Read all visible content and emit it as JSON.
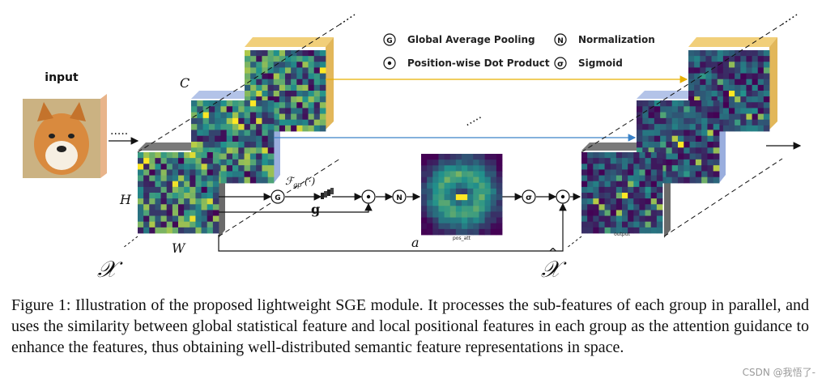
{
  "figure": {
    "input_label": "input",
    "legend": [
      {
        "symbol": "G",
        "text": "Global Average Pooling"
      },
      {
        "symbol": "N",
        "text": "Normalization"
      },
      {
        "symbol": "•",
        "text": "Position-wise Dot Product"
      },
      {
        "symbol": "σ",
        "text": "Sigmoid"
      }
    ],
    "dims": {
      "c": "C",
      "h": "H",
      "w": "W"
    },
    "math": {
      "x": "𝒳",
      "xhat": "𝒳",
      "fgp": "ℱ",
      "fgp_sub": "gp",
      "fgp_arg": "(·)",
      "g": "g",
      "a": "a"
    },
    "ops": {
      "g": "G",
      "n": "N",
      "sigma": "σ",
      "dot": "•"
    },
    "small_labels": {
      "mid": "pos_att",
      "right": "output"
    },
    "colors": {
      "heat_low": "#440154",
      "heat_mid": "#21918c",
      "heat_high": "#fde725",
      "cube_gray": "#7a7a7a",
      "cube_blue": "#b3c3e8",
      "cube_yellow": "#f1cf7a",
      "arrow_yellow": "#e8b000",
      "arrow_blue": "#3a82c8"
    }
  },
  "caption": "Figure 1: Illustration of the proposed lightweight SGE module. It processes the sub-features of each group in parallel, and uses the similarity between global statistical feature and local positional features in each group as the attention guidance to enhance the features, thus obtaining well-distributed semantic feature representations in space.",
  "watermark": "CSDN @我悟了-"
}
